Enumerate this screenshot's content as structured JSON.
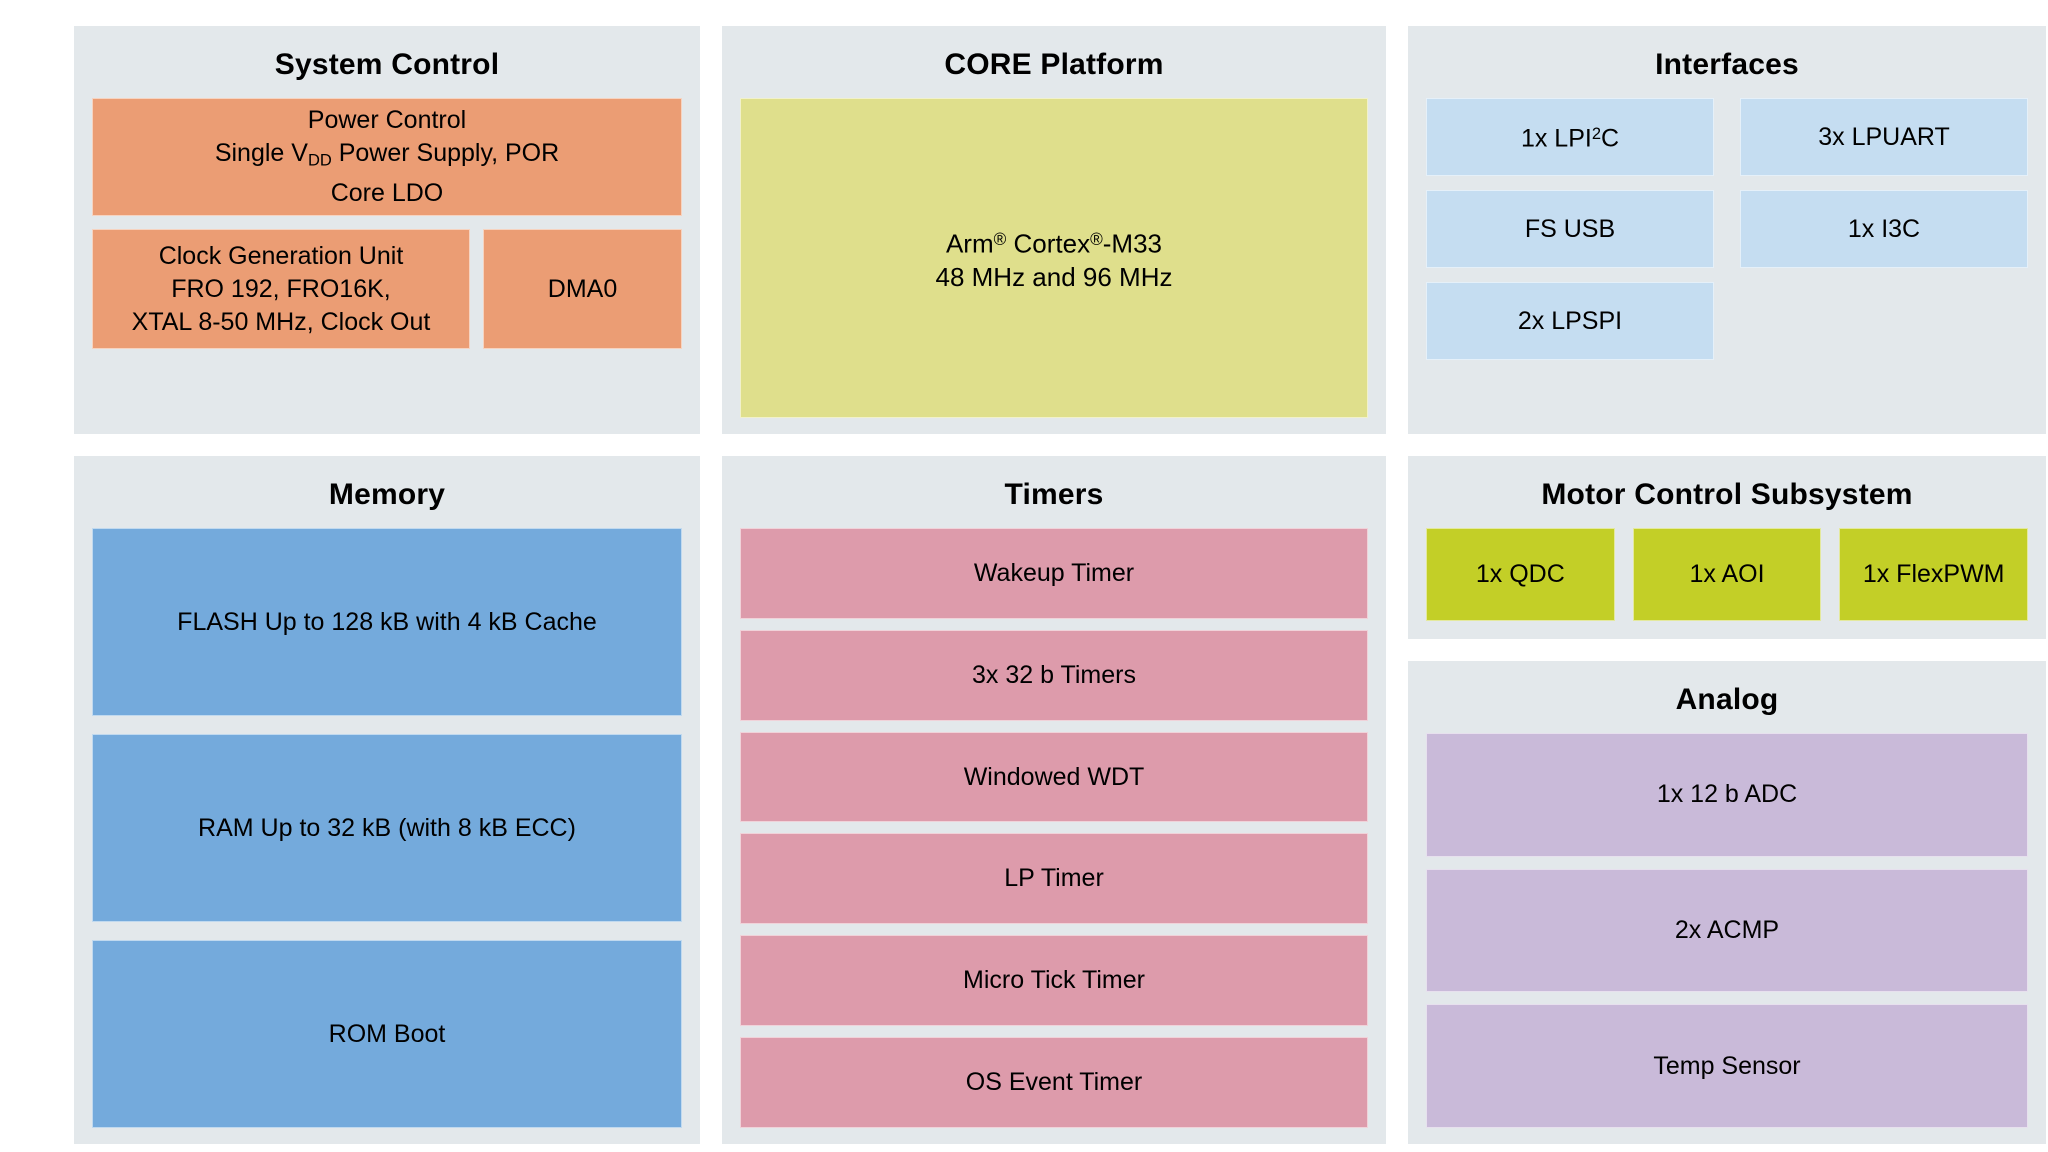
{
  "panels": {
    "system_control": {
      "title": "System Control",
      "blocks": {
        "power_control": {
          "line1": "Power Control",
          "line2_pre": "Single V",
          "line2_sub": "DD",
          "line2_post": " Power Supply, POR",
          "line3": "Core LDO"
        },
        "clock_generation_unit": {
          "line1": "Clock Generation Unit",
          "line2": "FRO 192, FRO16K,",
          "line3": "XTAL 8-50 MHz, Clock Out"
        },
        "dma0": {
          "label": "DMA0"
        }
      }
    },
    "core_platform": {
      "title": "CORE Platform",
      "core": {
        "line1_pre": "Arm",
        "line1_sup1": "®",
        "line1_mid": " Cortex",
        "line1_sup2": "®",
        "line1_post": "-M33",
        "line2": "48 MHz and 96 MHz"
      }
    },
    "interfaces": {
      "title": "Interfaces",
      "blocks": [
        {
          "pre": "1x LPI",
          "sup": "2",
          "post": "C"
        },
        {
          "pre": "3x LPUART",
          "sup": "",
          "post": ""
        },
        {
          "pre": "FS USB",
          "sup": "",
          "post": ""
        },
        {
          "pre": "1x I3C",
          "sup": "",
          "post": ""
        },
        {
          "pre": "2x LPSPI",
          "sup": "",
          "post": ""
        }
      ]
    },
    "memory": {
      "title": "Memory",
      "blocks": [
        {
          "label": "FLASH Up to 128 kB with 4 kB Cache"
        },
        {
          "label": "RAM Up to 32 kB (with 8 kB ECC)"
        },
        {
          "label": "ROM Boot"
        }
      ]
    },
    "timers": {
      "title": "Timers",
      "blocks": [
        {
          "label": "Wakeup Timer"
        },
        {
          "label": "3x 32 b Timers"
        },
        {
          "label": "Windowed WDT"
        },
        {
          "label": "LP Timer"
        },
        {
          "label": "Micro Tick Timer"
        },
        {
          "label": "OS Event Timer"
        }
      ]
    },
    "motor_control": {
      "title": "Motor Control Subsystem",
      "blocks": [
        {
          "label": "1x QDC"
        },
        {
          "label": "1x AOI"
        },
        {
          "label": "1x FlexPWM"
        }
      ]
    },
    "analog": {
      "title": "Analog",
      "blocks": [
        {
          "label": "1x 12 b ADC"
        },
        {
          "label": "2x ACMP"
        },
        {
          "label": "Temp Sensor"
        }
      ]
    }
  },
  "colors": {
    "panel_background": "#E3E8EB",
    "system_control_block": "#EB9D74",
    "core_platform_block": "#DFDF8C",
    "interfaces_block": "#C5DDF1",
    "memory_block": "#74AADC",
    "timers_block": "#DD9BAB",
    "motor_control_block": "#C3CF27",
    "analog_block": "#C9BAD9",
    "page_background": "#FFFFFF",
    "text": "#000000"
  }
}
